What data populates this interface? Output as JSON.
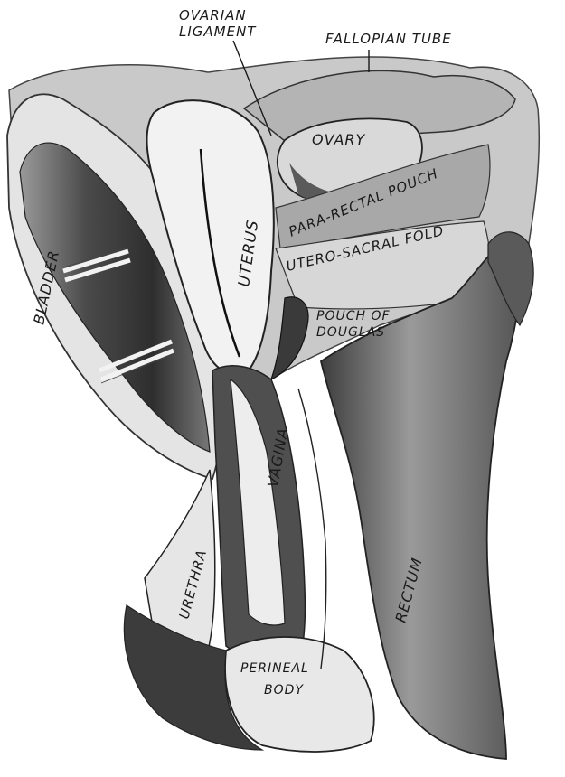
{
  "figure": {
    "labels": {
      "ovarian_ligament_1": "OVARIAN",
      "ovarian_ligament_2": "LIGAMENT",
      "fallopian_tube": "FALLOPIAN TUBE",
      "ovary": "OVARY",
      "uterus": "UTERUS",
      "para_rectal_pouch": "PARA-RECTAL POUCH",
      "utero_sacral_fold": "UTERO-SACRAL FOLD",
      "bladder": "BLADDER",
      "pouch_of_douglas_1": "POUCH OF",
      "pouch_of_douglas_2": "DOUGLAS",
      "vagina": "VAGINA",
      "urethra": "URETHRA",
      "rectum": "RECTUM",
      "perineal_body_1": "PERINEAL",
      "perineal_body_2": "BODY"
    }
  }
}
